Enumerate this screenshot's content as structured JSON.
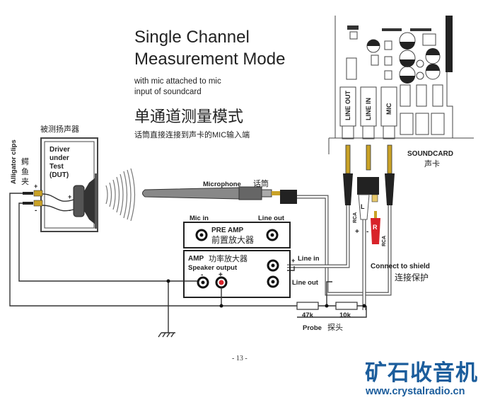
{
  "title": {
    "line1": "Single Channel",
    "line2": "Measurement Mode"
  },
  "subtitle": {
    "line1": "with mic attached to mic",
    "line2": "input of soundcard"
  },
  "title_cn": "单通道测量模式",
  "subtitle_cn": "话筒直接连接到声卡的MIC输入端",
  "dut": {
    "label_cn": "被测扬声器",
    "line1": "Driver",
    "line2": "under",
    "line3": "Test",
    "line4": "(DUT)",
    "plus": "+",
    "minus": "-"
  },
  "clips": {
    "label": "Alligator clips",
    "label_cn": [
      "鳄",
      "鱼",
      "夹"
    ]
  },
  "microphone": {
    "label": "Microphone",
    "label_cn": "话筒"
  },
  "preamp": {
    "mic_in": "Mic in",
    "line_out": "Line out",
    "name": "PRE AMP",
    "name_cn": "前置放大器"
  },
  "amp": {
    "name": "AMP",
    "name_cn": "功率放大器",
    "speaker_output": "Speaker output",
    "minus": "-",
    "plus": "+",
    "line_in": "Line in",
    "line_out": "Line out",
    "line_in_plus": "+",
    "line_in_minus": "-"
  },
  "soundcard": {
    "label": "SOUNDCARD",
    "label_cn": "声卡",
    "jacks": [
      "LINE OUT",
      "LINE IN",
      "MIC"
    ]
  },
  "rca": {
    "left": "L",
    "right": "R",
    "rca_label": "RCA",
    "plus": "+",
    "minus": "-"
  },
  "shield": {
    "label": "Connect to shield",
    "label_cn": "连接保护"
  },
  "probe": {
    "label": "Probe",
    "label_cn": "探头",
    "r1": "47k",
    "r2": "10k"
  },
  "page_number": "- 13 -",
  "logo": {
    "text_cn": "矿石收音机",
    "url": "www.crystalradio.cn"
  },
  "colors": {
    "accent_red": "#d8232a",
    "logo_blue": "#1b5d9c",
    "gold": "#c9a227"
  }
}
